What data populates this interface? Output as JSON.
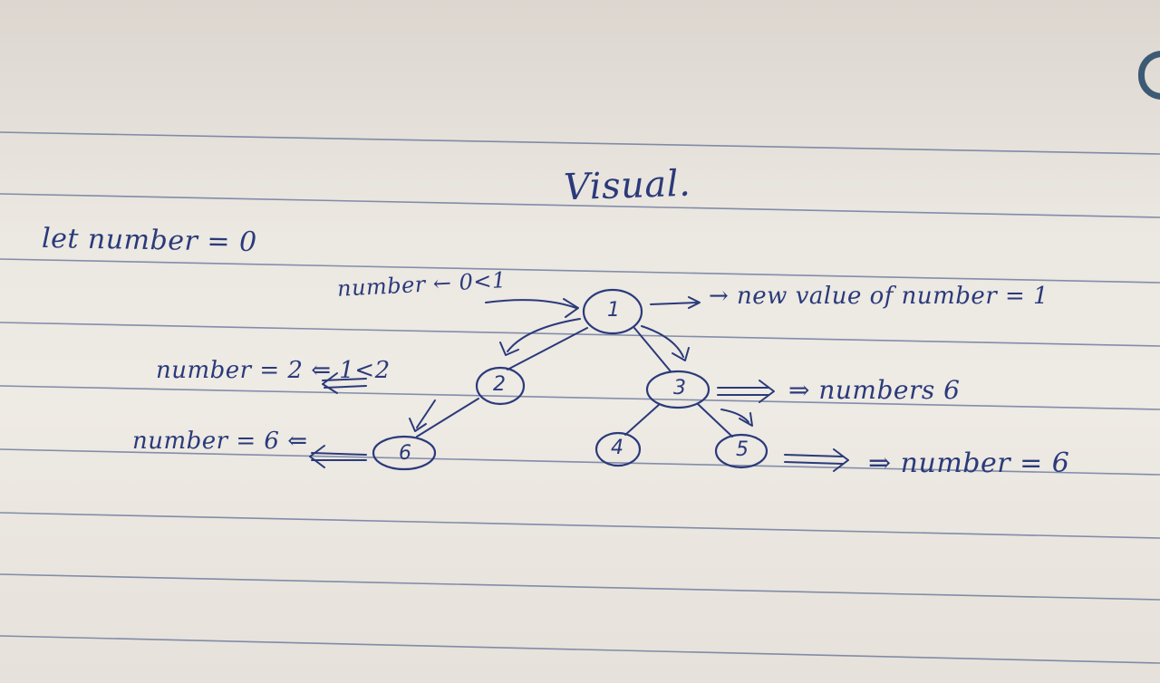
{
  "title": "Visual.",
  "init": "let number = 0",
  "tree": {
    "nodes": [
      "1",
      "2",
      "3",
      "4",
      "5",
      "6"
    ],
    "root_incoming": "number ← 0<1",
    "root_outgoing": "→ new value of number = 1",
    "node2_note": "number = 2 ⇐ 1<2",
    "node3_note": "⇒ numbers 6",
    "node6_note": "number = 6 ⇐",
    "node5_note": "⇒ number = 6"
  },
  "colors": {
    "ink": "#2a3a7a",
    "ruled_line": "#5f6f96",
    "paper": "#ece8e2",
    "logo": "#3c5a74"
  }
}
